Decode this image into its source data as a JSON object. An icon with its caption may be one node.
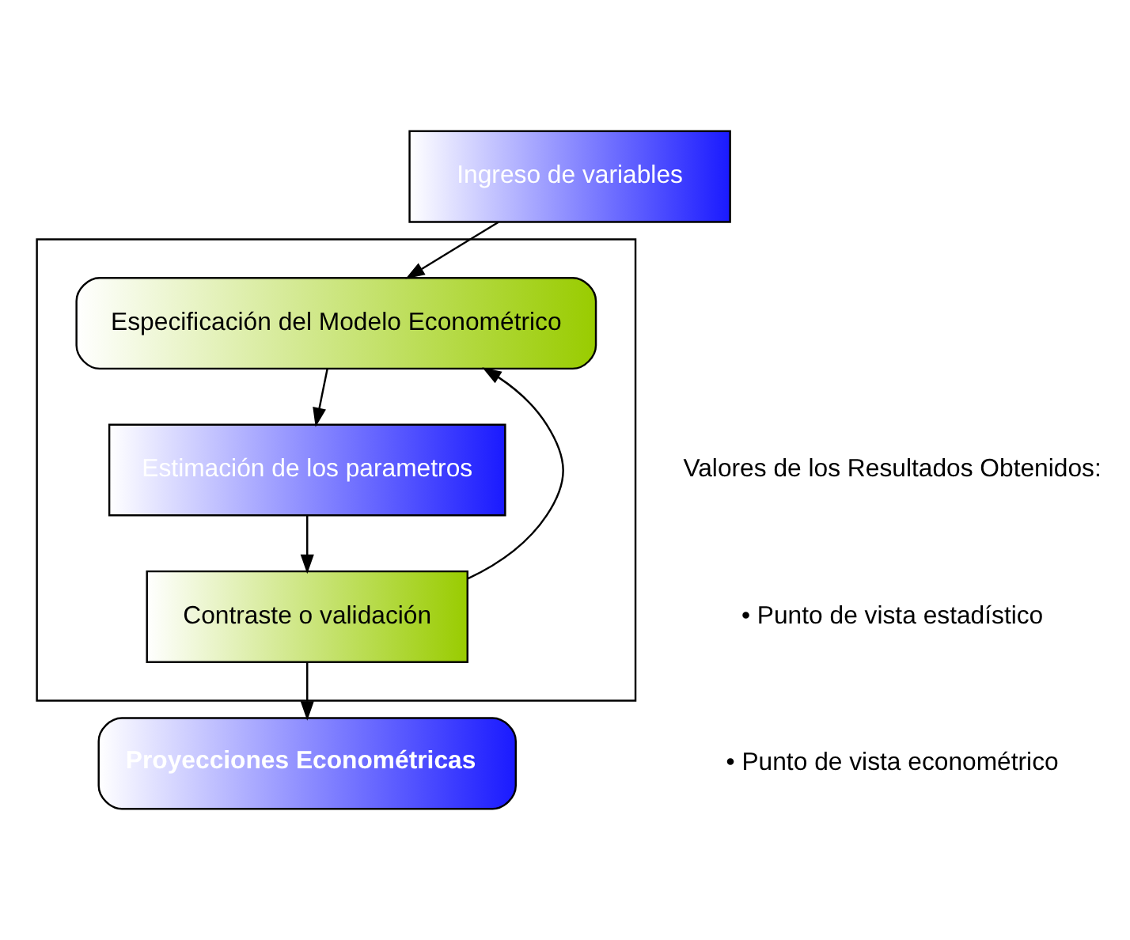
{
  "diagram": {
    "nodes": [
      {
        "text": [
          "Ingreso de variables"
        ]
      },
      {
        "text": [],
        "shape": "box"
      },
      {
        "text": [
          "Especificación del Modelo Econométrico"
        ],
        "in": 1
      },
      {
        "text": [
          "Estimación de los parametros"
        ],
        "in": 1
      },
      {
        "text": [
          "Contraste o validación"
        ],
        "in": 1
      },
      {
        "text": [
          "Proyecciones Econométricas"
        ]
      }
    ],
    "edges": [
      {
        "from": 0,
        "to": 2,
        "arrow": "to"
      },
      {
        "from": 2,
        "to": 3,
        "arrow": "to"
      },
      {
        "from": 3,
        "to": 4,
        "arrow": "to"
      },
      {
        "from": 4,
        "to": 2,
        "arrow": "to"
      },
      {
        "from": 4,
        "to": 5,
        "arrow": "to"
      }
    ],
    "labels": [
      "Valores de los Resultados Obtenidos:",
      "• Punto de vista estadístico",
      "• Punto de vista econométrico"
    ]
  }
}
